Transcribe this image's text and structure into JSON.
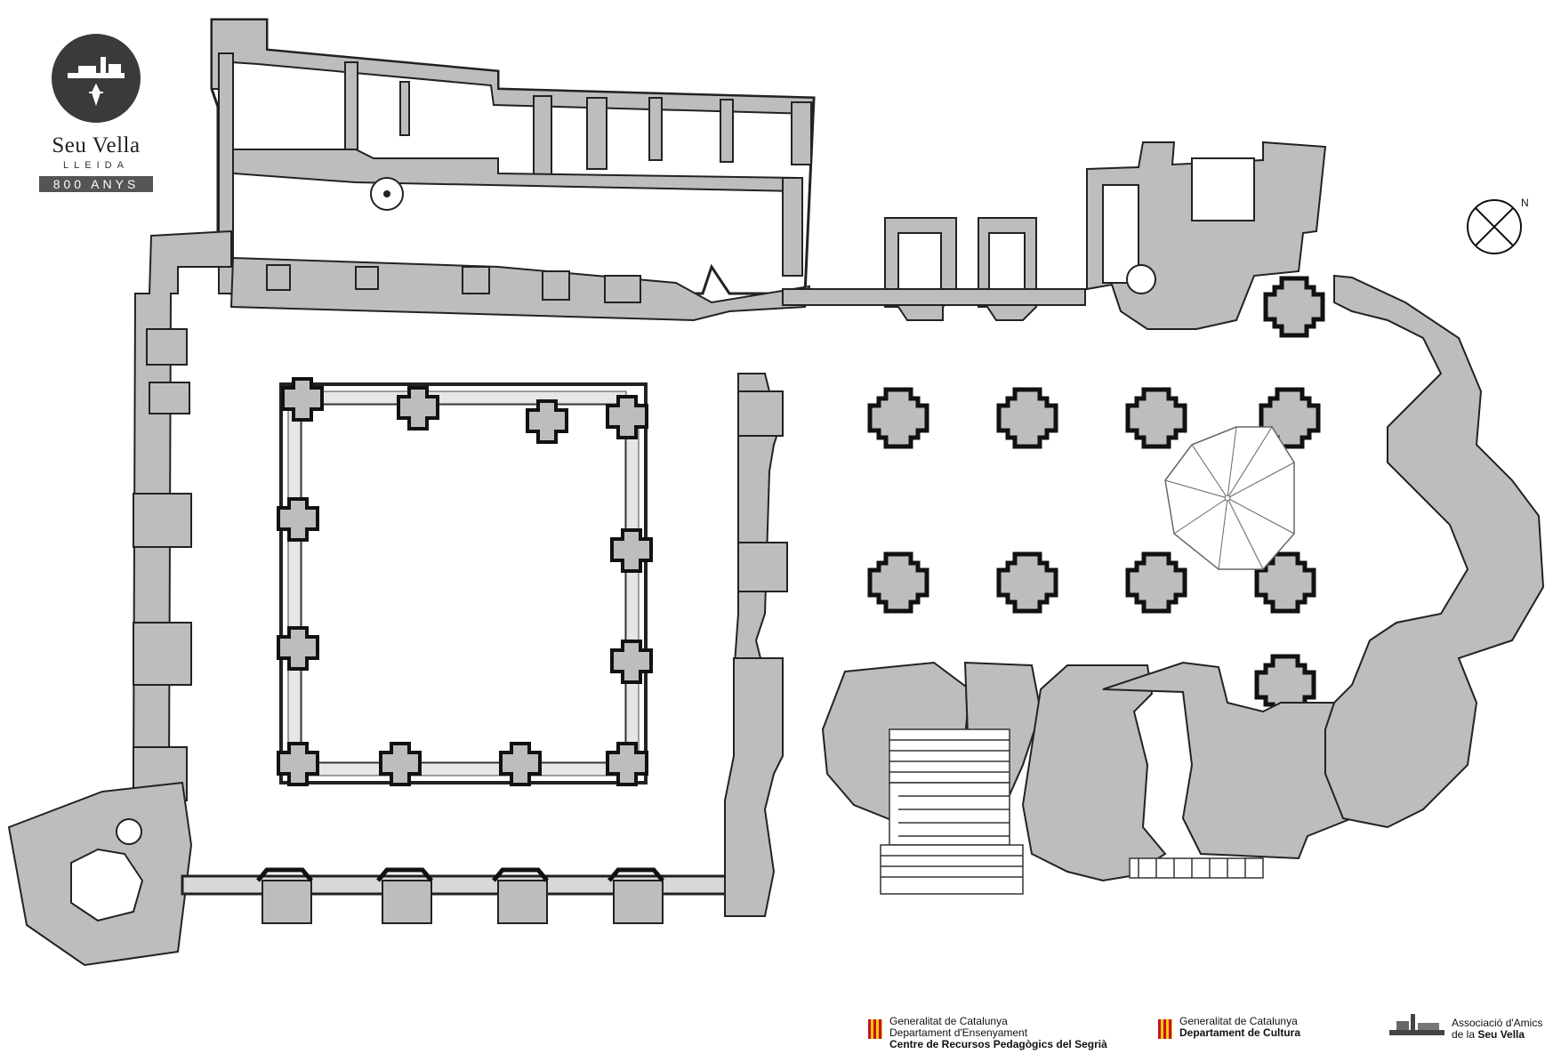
{
  "logo": {
    "title": "Seu Vella",
    "subtitle": "LLEIDA",
    "badge": "800 ANYS"
  },
  "compass": {
    "label": "N"
  },
  "footer": {
    "generalitat_ensenyament": {
      "line1": "Generalitat de Catalunya",
      "line2": "Departament d'Ensenyament",
      "line3": "Centre de Recursos Pedagògics del Segrià"
    },
    "generalitat_cultura": {
      "line1": "Generalitat de Catalunya",
      "line2": "Departament de Cultura"
    },
    "amics": {
      "line1": "Associació d'Amics",
      "line2_prefix": "de la ",
      "line2_bold": "Seu Vella"
    }
  },
  "colors": {
    "wall_fill": "#bdbdbd",
    "wall_stroke": "#222222",
    "pillar_stroke": "#111111",
    "floor": "#ffffff",
    "logo_bg": "#3a3a3a",
    "flag_red": "#c8102e",
    "flag_yellow": "#f4c900"
  }
}
